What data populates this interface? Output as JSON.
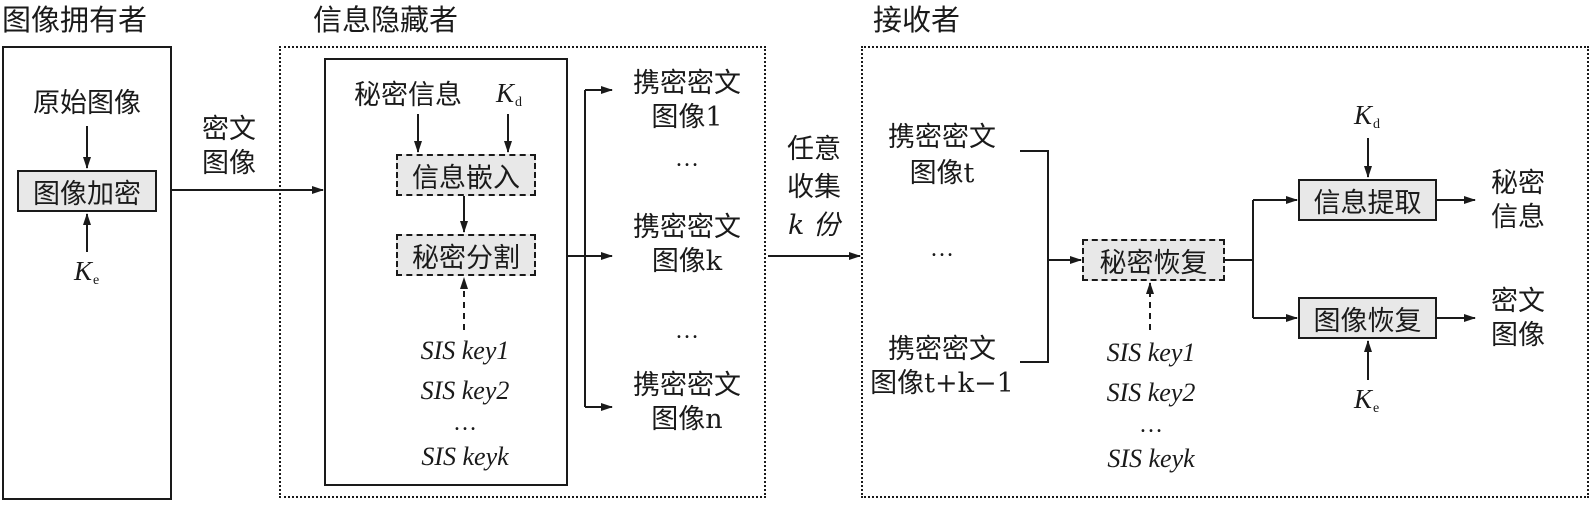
{
  "sections": {
    "owner_title": "图像拥有者",
    "hider_title": "信息隐藏者",
    "receiver_title": "接收者"
  },
  "owner": {
    "original_image": "原始图像",
    "encrypt_box": "图像加密",
    "key_letter": "K",
    "key_sub": "e"
  },
  "edge_cipher": {
    "line1": "密文",
    "line2": "图像"
  },
  "hider": {
    "secret_info": "秘密信息",
    "key_letter": "K",
    "key_sub": "d",
    "embed_box": "信息嵌入",
    "split_box": "秘密分割",
    "sis_keys": [
      "SIS key1",
      "SIS key2",
      "…",
      "SIS keyk"
    ]
  },
  "shares": [
    {
      "line1": "携密密文",
      "line2": "图像1"
    },
    {
      "line1": "携密密文",
      "line2": "图像k"
    },
    {
      "line1": "携密密文",
      "line2": "图像n"
    }
  ],
  "shares_ellipsis": [
    "…",
    "…"
  ],
  "edge_collect": {
    "line1": "任意",
    "line2": "收集",
    "line3": "k 份"
  },
  "receiver": {
    "share_top": {
      "line1": "携密密文",
      "line2": "图像t"
    },
    "share_ellipsis": "…",
    "share_bottom": {
      "line1": "携密密文",
      "line2": "图像t+k−1"
    },
    "recover_box": "秘密恢复",
    "sis_keys": [
      "SIS key1",
      "SIS key2",
      "…",
      "SIS keyk"
    ],
    "extract_box": "信息提取",
    "restore_box": "图像恢复",
    "kd_letter": "K",
    "kd_sub": "d",
    "ke_letter": "K",
    "ke_sub": "e",
    "out_secret": {
      "line1": "秘密",
      "line2": "信息"
    },
    "out_cipher": {
      "line1": "密文",
      "line2": "图像"
    }
  }
}
